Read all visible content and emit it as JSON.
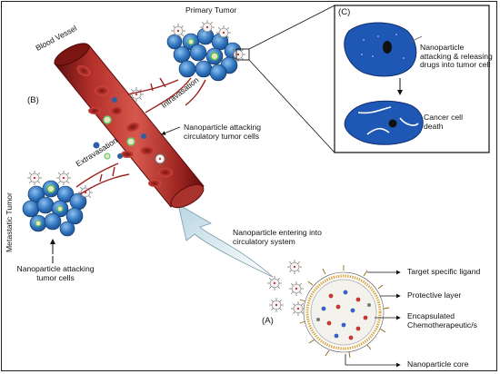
{
  "labels": {
    "primary_tumor": "Primary Tumor",
    "blood_vessel": "Blood Vessel",
    "intravasation": "Intravasation",
    "extravasation": "Extravasation",
    "metastatic_tumor": "Metastatic Tumor",
    "panel_b": "(B)",
    "panel_c": "(C)",
    "panel_a": "(A)",
    "np_attacking_ctc": "Nanoparticle attacking circulatory tumor cells",
    "np_attacking_releasing": "Nanoparticle attacking & releasing drugs into tumor cell",
    "cancer_cell_death": "Cancer cell death",
    "np_entering": "Nanoparticle entering into circulatory system",
    "np_attacking_tumor": "Nanoparticle attacking tumor cells",
    "target_ligand": "Target specific ligand",
    "protective_layer": "Protective layer",
    "encapsulated": "Encapsulated Chemotherapeutic/s",
    "np_core": "Nanoparticle core"
  },
  "colors": {
    "vessel": "#8e1f1c",
    "vessel_inner": "#c9423a",
    "rbc": "#b52a26",
    "tumor_cell": "#2d6fb8",
    "panel_cell": "#1f57b5",
    "arrow_fill": "#cfe3ec"
  }
}
